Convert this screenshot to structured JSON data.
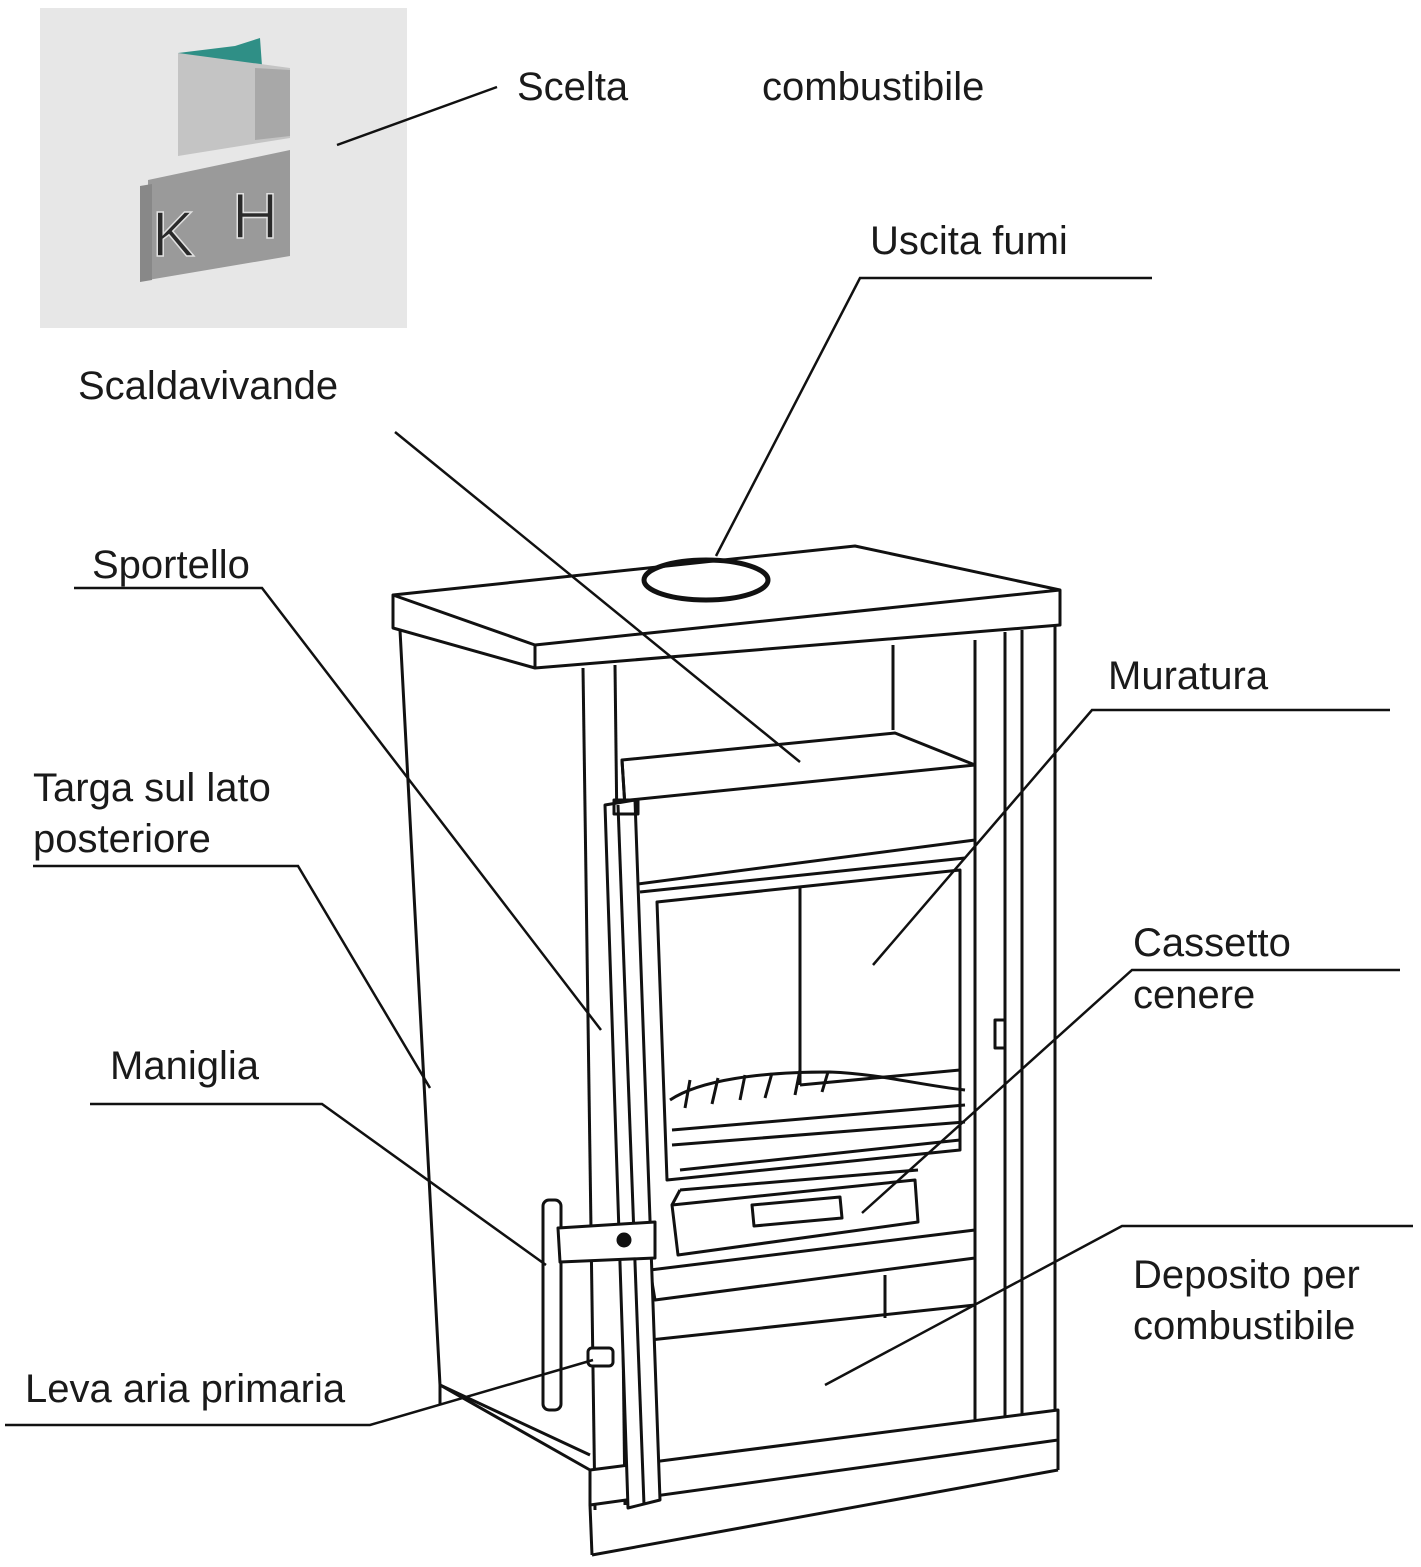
{
  "labels": {
    "scelta": "Scelta",
    "combustibile_top": "combustibile",
    "uscita_fumi": "Uscita fumi",
    "scaldavivande": "Scaldavivande",
    "sportello": "Sportello",
    "muratura": "Muratura",
    "targa_1": "Targa sul lato",
    "targa_2": "posteriore",
    "cassetto_1": "Cassetto",
    "cassetto_2": "cenere",
    "maniglia": "Maniglia",
    "deposito_1": "Deposito per",
    "deposito_2": "combustibile",
    "leva": "Leva aria primaria"
  },
  "inset": {
    "letter_left": "K",
    "letter_right": "H",
    "accent_color": "#2f8f86"
  }
}
